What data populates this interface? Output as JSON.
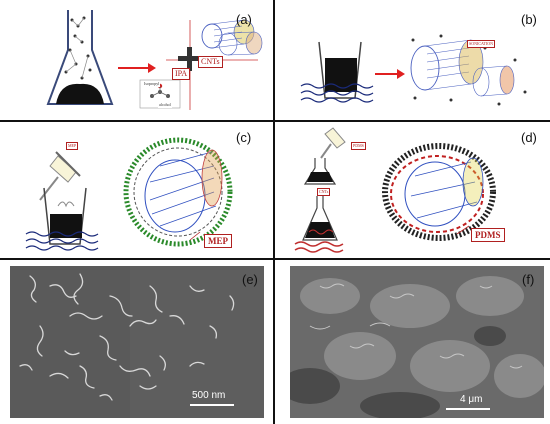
{
  "panels": {
    "a": {
      "label": "(a)",
      "tags": {
        "cnts": "CNTs",
        "ipa": "IPA",
        "mol1": "Isopropyl",
        "mol2": "alcohol"
      }
    },
    "b": {
      "label": "(b)",
      "tags": {
        "sonication": "SONICATION"
      }
    },
    "c": {
      "label": "(c)",
      "tags": {
        "mep_small": "MEP",
        "mep": "MEP"
      }
    },
    "d": {
      "label": "(d)",
      "tags": {
        "pdms_small": "PDMS",
        "cnt_small": "CNTs",
        "pdms": "PDMS"
      }
    },
    "e": {
      "label": "(e)",
      "scale": "500 nm"
    },
    "f": {
      "label": "(f)",
      "scale": "4 μm"
    }
  },
  "colors": {
    "tag_red": "#b02020",
    "arrow_red": "#e02020",
    "tube_blue": "#3050c0",
    "polymer_green": "#2a8a2a"
  }
}
